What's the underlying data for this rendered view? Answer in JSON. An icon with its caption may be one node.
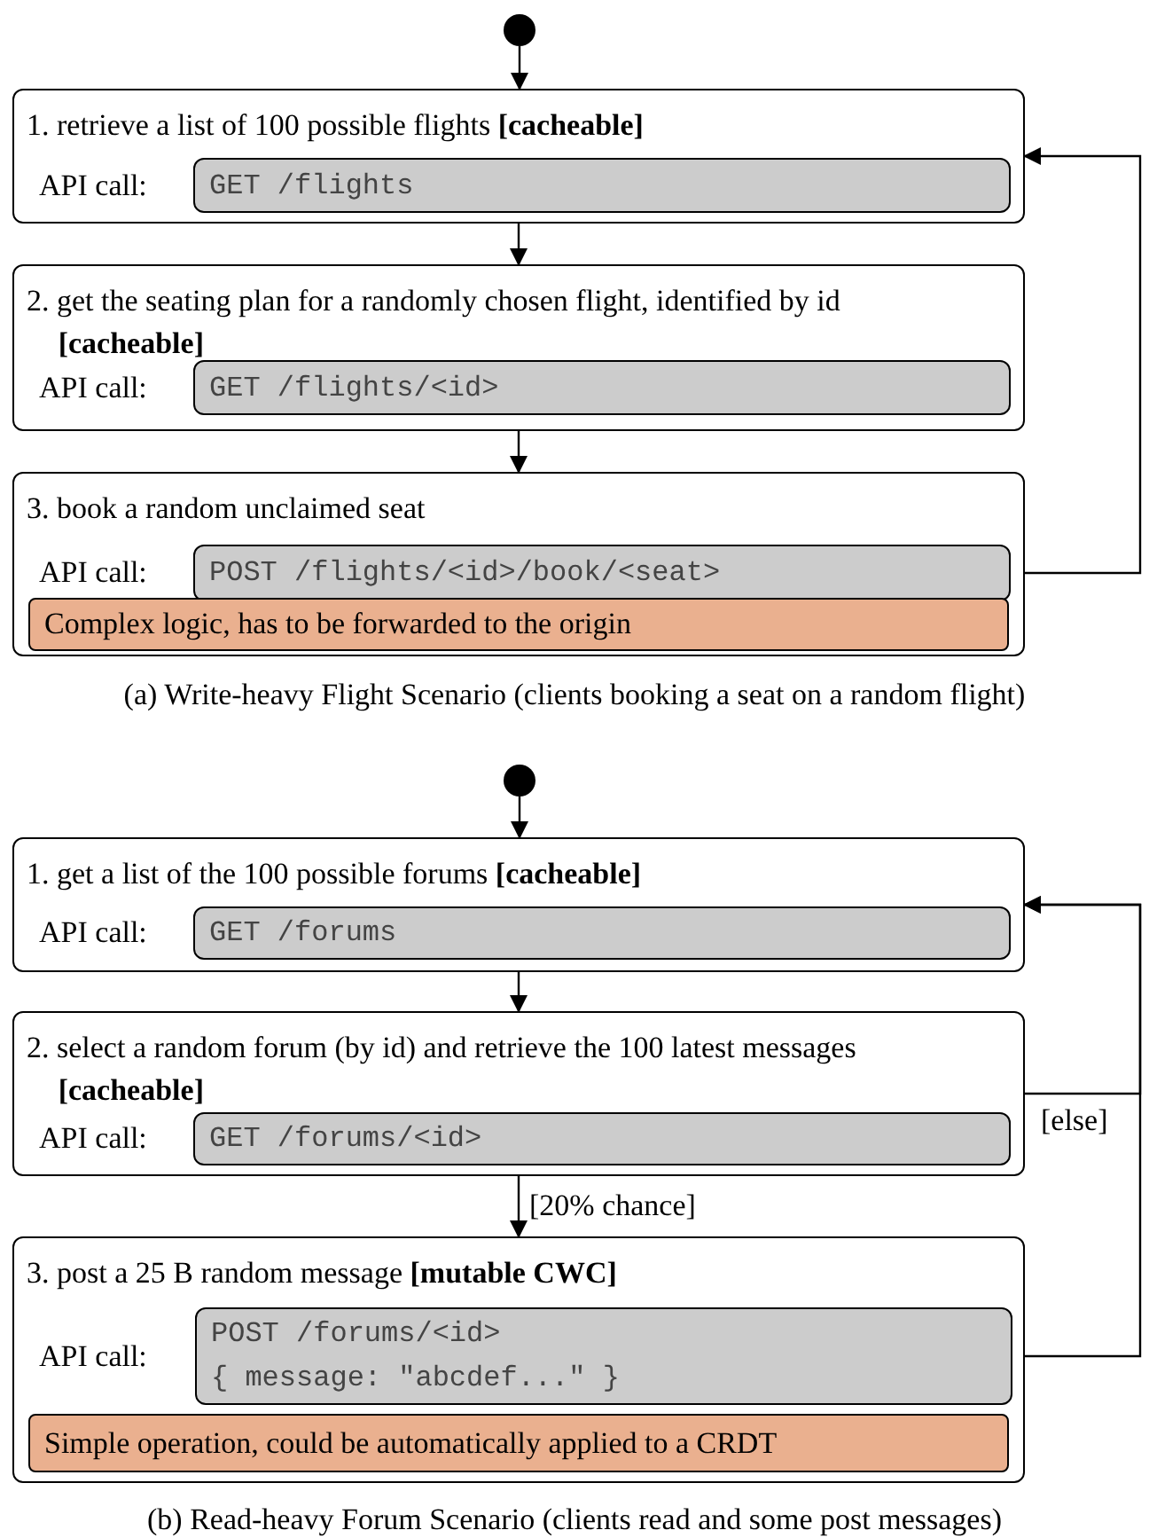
{
  "diagram": {
    "nodes": [
      {
        "text": [],
        "shape": "circle"
      },
      {
        "text": [
          "1. retrieve a list of 100 possible flights **[cacheable]**",
          "API call:"
        ]
      },
      {
        "text": [
          "GET /flights"
        ],
        "in": 1
      },
      {
        "text": [
          "2. get the seating plan for a randomly chosen flight, identified by id **[cacheable]**",
          "API call:"
        ]
      },
      {
        "text": [
          "GET /flights/<id>"
        ],
        "in": 3
      },
      {
        "text": [
          "3. book a random unclaimed seat",
          "API call:"
        ]
      },
      {
        "text": [
          "POST /flights/<id>/book/<seat>"
        ],
        "in": 5
      },
      {
        "text": [
          "Complex logic, has to be forwarded to the origin"
        ],
        "in": 5
      },
      {
        "text": [],
        "shape": "circle"
      },
      {
        "text": [
          "1. get a list of the 100 possible forums **[cacheable]**",
          "API call:"
        ]
      },
      {
        "text": [
          "GET /forums"
        ],
        "in": 9
      },
      {
        "text": [
          "2. select a random forum (by id) and retrieve the 100 latest messages **[cacheable]**",
          "API call:"
        ]
      },
      {
        "text": [
          "GET /forums/<id>"
        ],
        "in": 11
      },
      {
        "text": [
          "3. post a 25 B random message **[mutable CWC]**",
          "API call:"
        ]
      },
      {
        "text": [
          "POST /forums/<id>",
          "{ message: \"abcdef...\" }"
        ],
        "in": 13
      },
      {
        "text": [
          "Simple operation, could be automatically applied to a CRDT"
        ],
        "in": 13
      }
    ],
    "edges": [
      {
        "from": 0,
        "to": 1,
        "arrow": "to"
      },
      {
        "from": 1,
        "to": 3,
        "arrow": "to"
      },
      {
        "from": 3,
        "to": 5,
        "arrow": "to"
      },
      {
        "from": 6,
        "to": 1,
        "arrow": "to"
      },
      {
        "from": 8,
        "to": 9,
        "arrow": "to"
      },
      {
        "from": 9,
        "to": 11,
        "arrow": "to"
      },
      {
        "from": 11,
        "to": 13,
        "arrow": "to",
        "label": "[20% chance]"
      },
      {
        "from": 14,
        "to": 9,
        "arrow": "to"
      },
      {
        "from": 11,
        "to": 9,
        "arrow": "to",
        "label": "[else]"
      }
    ],
    "labels": [
      "(a) Write-heavy Flight Scenario (clients booking a seat on a random flight)",
      "(b) Read-heavy Forum Scenario (clients read and some post messages)"
    ]
  }
}
